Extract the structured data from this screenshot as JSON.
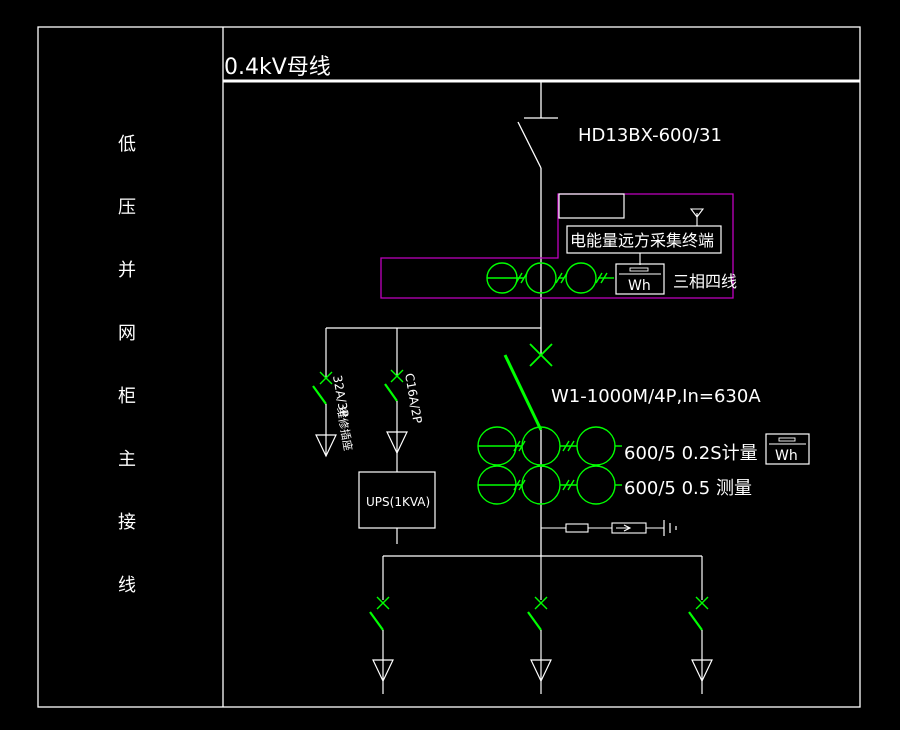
{
  "title_vertical": [
    "低",
    "压",
    "并",
    "网",
    "柜",
    "主",
    "接",
    "线"
  ],
  "bus_label": "0.4kV母线",
  "switch_model": "HD13BX-600/31",
  "meter_terminal_label": "电能量远方采集终端",
  "three_phase_label": "三相四线",
  "wh_label_1": "Wh",
  "breaker_label": "W1-1000M/4P,In=630A",
  "ct_label_1": "600/5 0.2S计量",
  "ct_label_2": "600/5 0.5 测量",
  "wh_label_2": "Wh",
  "branch_1_label": "32A/3P",
  "branch_1_sublabel": "维修插座",
  "branch_2_label": "C16A/2P",
  "ups_label": "UPS(1KVA)",
  "colors": {
    "line": "#ffffff",
    "device": "#00ff00",
    "meter_box": "#c000c0"
  }
}
